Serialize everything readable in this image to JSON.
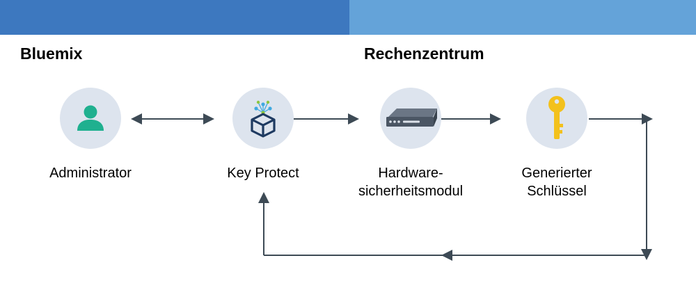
{
  "colors": {
    "band_left": "#3d78bf",
    "band_right": "#64a3d9",
    "icon_circle": "#dde4ee",
    "arrow": "#3d4a55",
    "admin_icon": "#1fb08f",
    "key_icon": "#f3c11c",
    "kp_icon_cube": "#1e3a61",
    "kp_icon_dot_blue": "#3fa9e0",
    "kp_icon_dot_green": "#8cc63f",
    "hsm_body": "#4b5664",
    "hsm_light": "#dce2ea"
  },
  "sections": {
    "left_title": "Bluemix",
    "right_title": "Rechenzentrum"
  },
  "nodes": {
    "admin": {
      "icon": "user-icon",
      "label": "Administrator"
    },
    "key_protect": {
      "icon": "key-protect-icon",
      "label": "Key Protect"
    },
    "hsm": {
      "icon": "hardware-module-icon",
      "label_line1": "Hardware-",
      "label_line2": "sicherheitsmodul"
    },
    "key": {
      "icon": "key-icon",
      "label_line1": "Generierter",
      "label_line2": "Schlüssel"
    }
  },
  "flow": [
    {
      "from": "admin",
      "to": "key_protect",
      "direction": "bidirectional"
    },
    {
      "from": "key_protect",
      "to": "hsm",
      "direction": "forward"
    },
    {
      "from": "hsm",
      "to": "key",
      "direction": "forward"
    },
    {
      "from": "key",
      "to": "key_protect",
      "direction": "return-loop"
    }
  ]
}
